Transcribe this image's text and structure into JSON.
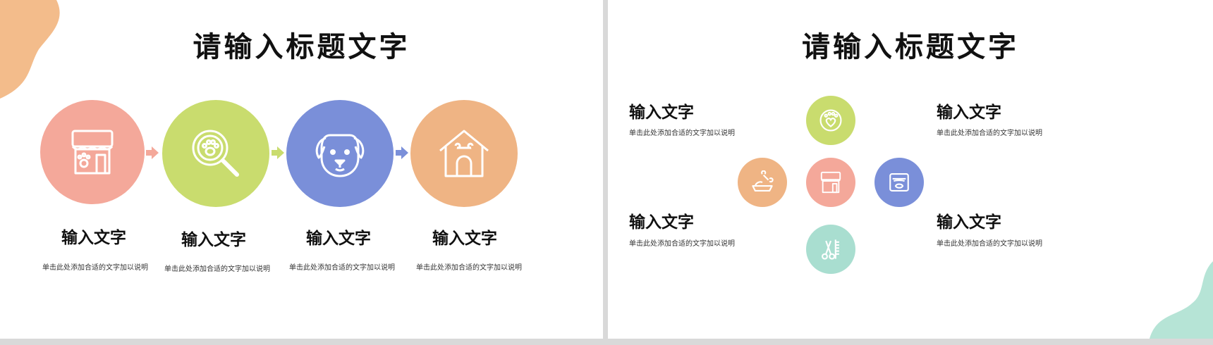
{
  "colors": {
    "pink": "#f4a89a",
    "green": "#c9dc6e",
    "blue": "#7a8fd9",
    "orange": "#efb484",
    "mint": "#a9ded0",
    "blob_orange": "#f3bc8b",
    "blob_mint": "#b6e4d6"
  },
  "left": {
    "title": "请输入标题文字",
    "steps": [
      {
        "icon": "shop-icon",
        "label": "输入文字",
        "desc": "单击此处添加合适的文字加以说明"
      },
      {
        "icon": "magnifier-paw-icon",
        "label": "输入文字",
        "desc": "单击此处添加合适的文字加以说明"
      },
      {
        "icon": "dog-face-icon",
        "label": "输入文字",
        "desc": "单击此处添加合适的文字加以说明"
      },
      {
        "icon": "dog-house-icon",
        "label": "输入文字",
        "desc": "单击此处添加合适的文字加以说明"
      }
    ]
  },
  "right": {
    "title": "请输入标题文字",
    "items": [
      {
        "label": "输入文字",
        "desc": "单击此处添加合适的文字加以说明"
      },
      {
        "label": "输入文字",
        "desc": "单击此处添加合适的文字加以说明"
      },
      {
        "label": "输入文字",
        "desc": "单击此处添加合适的文字加以说明"
      },
      {
        "label": "输入文字",
        "desc": "单击此处添加合适的文字加以说明"
      }
    ],
    "hub_icons": {
      "center": "shop-icon",
      "top": "paw-heart-icon",
      "left": "bone-bowl-icon",
      "right": "pet-bed-icon",
      "bottom": "scissors-comb-icon"
    }
  }
}
